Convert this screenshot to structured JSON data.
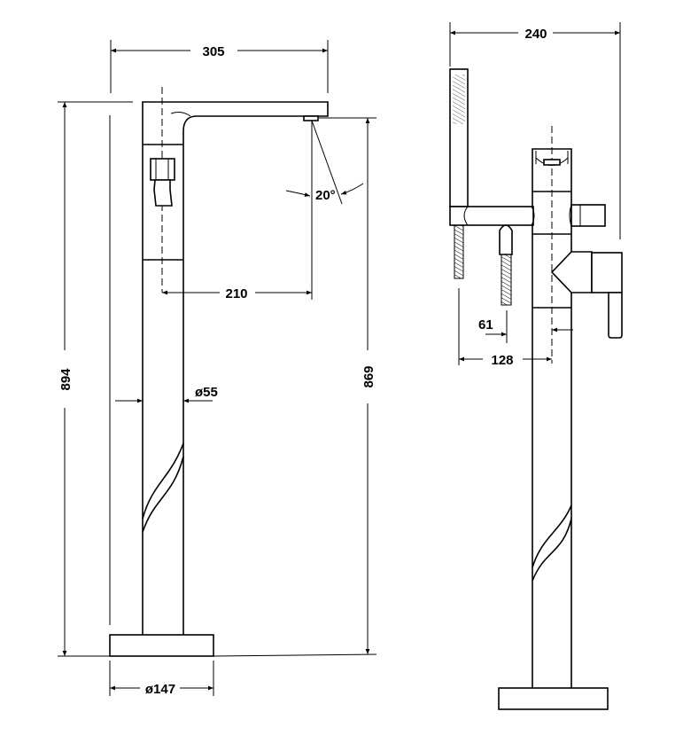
{
  "dimensions": {
    "spout_width": "305",
    "total_height": "894",
    "spout_height": "869",
    "spout_reach": "210",
    "spout_angle": "20°",
    "column_diameter": "ø55",
    "base_diameter": "ø147",
    "side_width": "240",
    "handshower_offset": "61",
    "handshower_distance": "128"
  },
  "colors": {
    "line": "#000000",
    "background": "#ffffff"
  }
}
